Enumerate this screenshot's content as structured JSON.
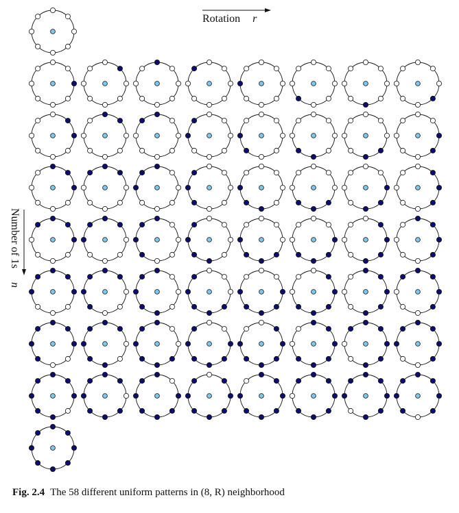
{
  "axes": {
    "rotation_label": "Rotation",
    "rotation_var": "r",
    "ones_label": "Number of 1s",
    "ones_var": "n"
  },
  "colors": {
    "filled": "#0d0d6b",
    "empty": "#ffffff",
    "center": "#7ec8ee",
    "stroke": "#111111"
  },
  "caption": {
    "label": "Fig. 2.4",
    "text": "The 58 different uniform patterns in (8, R) neighborhood"
  },
  "patterns": [
    {
      "n": 0,
      "r": [
        0
      ]
    },
    {
      "n": 1,
      "r": [
        0,
        1,
        2,
        3,
        4,
        5,
        6,
        7
      ]
    },
    {
      "n": 2,
      "r": [
        0,
        1,
        2,
        3,
        4,
        5,
        6,
        7
      ]
    },
    {
      "n": 3,
      "r": [
        0,
        1,
        2,
        3,
        4,
        5,
        6,
        7
      ]
    },
    {
      "n": 4,
      "r": [
        0,
        1,
        2,
        3,
        4,
        5,
        6,
        7
      ]
    },
    {
      "n": 5,
      "r": [
        0,
        1,
        2,
        3,
        4,
        5,
        6,
        7
      ]
    },
    {
      "n": 6,
      "r": [
        0,
        1,
        2,
        3,
        4,
        5,
        6,
        7
      ]
    },
    {
      "n": 7,
      "r": [
        0,
        1,
        2,
        3,
        4,
        5,
        6,
        7
      ]
    },
    {
      "n": 8,
      "r": [
        0
      ]
    }
  ]
}
